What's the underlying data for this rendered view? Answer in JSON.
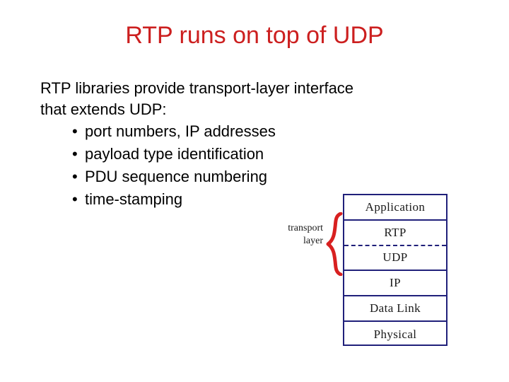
{
  "slide": {
    "title": "RTP runs on top of UDP",
    "title_color": "#cc1f1f",
    "background_color": "#ffffff",
    "body": {
      "lines": [
        "RTP libraries provide transport-layer interface",
        "that extends UDP:"
      ],
      "bullets": [
        {
          "marker": "•",
          "text": "port numbers, IP addresses"
        },
        {
          "marker": "•",
          "text": "payload type identification"
        },
        {
          "marker": "•",
          "text": "PDU sequence numbering"
        },
        {
          "marker": "•",
          "text": "time-stamping"
        }
      ]
    },
    "diagram": {
      "name": "protocol-stack",
      "border_color": "#20207a",
      "brace_color": "#d82020",
      "caption_line1": "transport",
      "caption_line2": "layer",
      "layers": [
        {
          "label": "Application",
          "divider": "solid"
        },
        {
          "label": "RTP",
          "divider": "dashed"
        },
        {
          "label": "UDP",
          "divider": "solid"
        },
        {
          "label": "IP",
          "divider": "solid"
        },
        {
          "label": "Data Link",
          "divider": "solid"
        },
        {
          "label": "Physical",
          "divider": "none"
        }
      ]
    }
  }
}
